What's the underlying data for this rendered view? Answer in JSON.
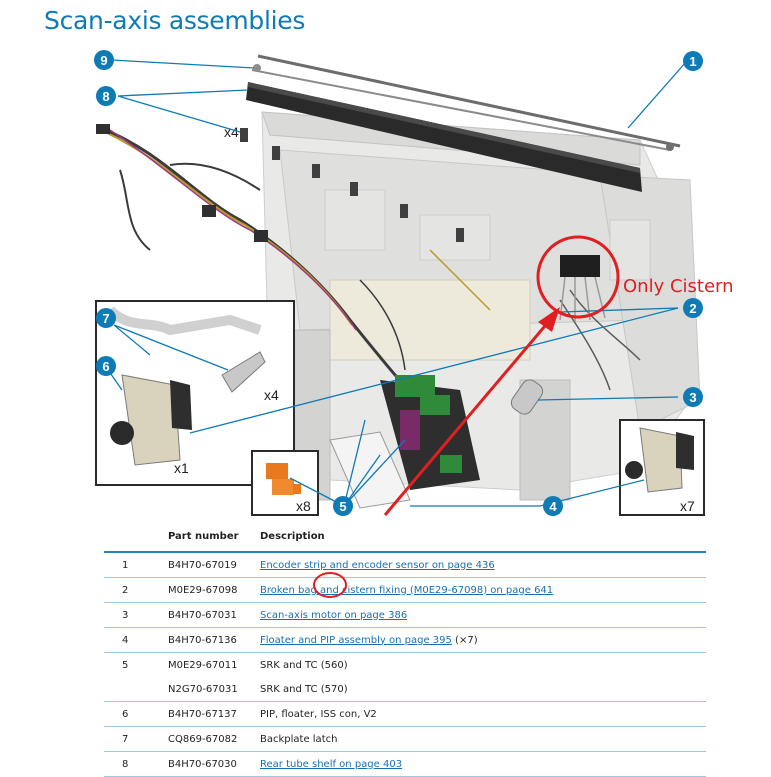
{
  "title": "Scan-axis assemblies",
  "annotation": "Only Cistern",
  "callouts": [
    "1",
    "2",
    "3",
    "4",
    "5",
    "6",
    "7",
    "8",
    "9"
  ],
  "quantities": {
    "mounts": "x4",
    "latch": "x4",
    "pip_left": "x1",
    "srk": "x8",
    "floater_right": "x7"
  },
  "colors": {
    "callout": "#0f7bb6",
    "annotation": "#e02020",
    "link": "#1a6fb0"
  },
  "table": {
    "headers": [
      "",
      "Part number",
      "Description"
    ],
    "rows": [
      {
        "idx": "1",
        "pn": "B4H70-67019",
        "desc": "Encoder strip and encoder sensor on page 436",
        "link": true,
        "note": ""
      },
      {
        "idx": "2",
        "pn": "M0E29-67098",
        "desc": "Broken bag and cistern fixing (M0E29-67098) on page 641",
        "link": true,
        "note": ""
      },
      {
        "idx": "3",
        "pn": "B4H70-67031",
        "desc": "Scan-axis motor on page 386",
        "link": true,
        "note": ""
      },
      {
        "idx": "4",
        "pn": "B4H70-67136",
        "desc": "Floater and PIP assembly on page 395",
        "link": true,
        "note": " (×7)"
      },
      {
        "idx": "5",
        "pn": "M0E29-67011",
        "desc": "SRK and TC (560)",
        "link": false,
        "note": ""
      },
      {
        "idx": "",
        "pn": "N2G70-67031",
        "desc": "SRK and TC (570)",
        "link": false,
        "note": ""
      },
      {
        "idx": "6",
        "pn": "B4H70-67137",
        "desc": "PIP, floater, ISS con, V2",
        "link": false,
        "note": ""
      },
      {
        "idx": "7",
        "pn": "CQ869-67082",
        "desc": "Backplate latch",
        "link": false,
        "note": ""
      },
      {
        "idx": "8",
        "pn": "B4H70-67030",
        "desc": "Rear tube shelf on page 403",
        "link": true,
        "note": ""
      }
    ]
  }
}
